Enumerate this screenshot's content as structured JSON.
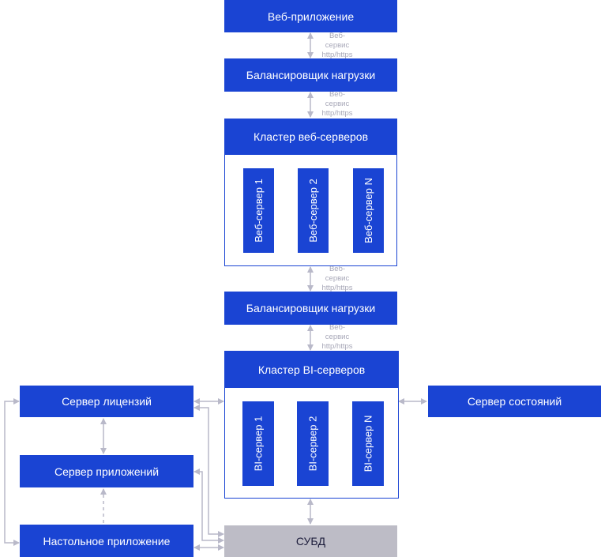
{
  "web_app": "Веб-приложение",
  "lb_top": "Балансировщик нагрузки",
  "web_cluster": {
    "title": "Кластер веб-серверов",
    "servers": [
      "Веб-сервер 1",
      "Веб-сервер 2",
      "Веб-сервер N"
    ]
  },
  "lb_mid": "Балансировщик нагрузки",
  "bi_cluster": {
    "title": "Кластер BI-серверов",
    "servers": [
      "BI-сервер 1",
      "BI-сервер 2",
      "BI-сервер N"
    ]
  },
  "license_server": "Сервер лицензий",
  "app_server": "Сервер приложений",
  "desktop_app": "Настольное приложение",
  "state_server": "Сервер состояний",
  "dbms": "СУБД",
  "protocol_label": {
    "line1": "Веб-",
    "line2": "сервис",
    "line3": "http/https"
  },
  "colors": {
    "block": "#1a44d3",
    "dbms": "#bdbcc6",
    "connector": "#b9b9c9"
  }
}
